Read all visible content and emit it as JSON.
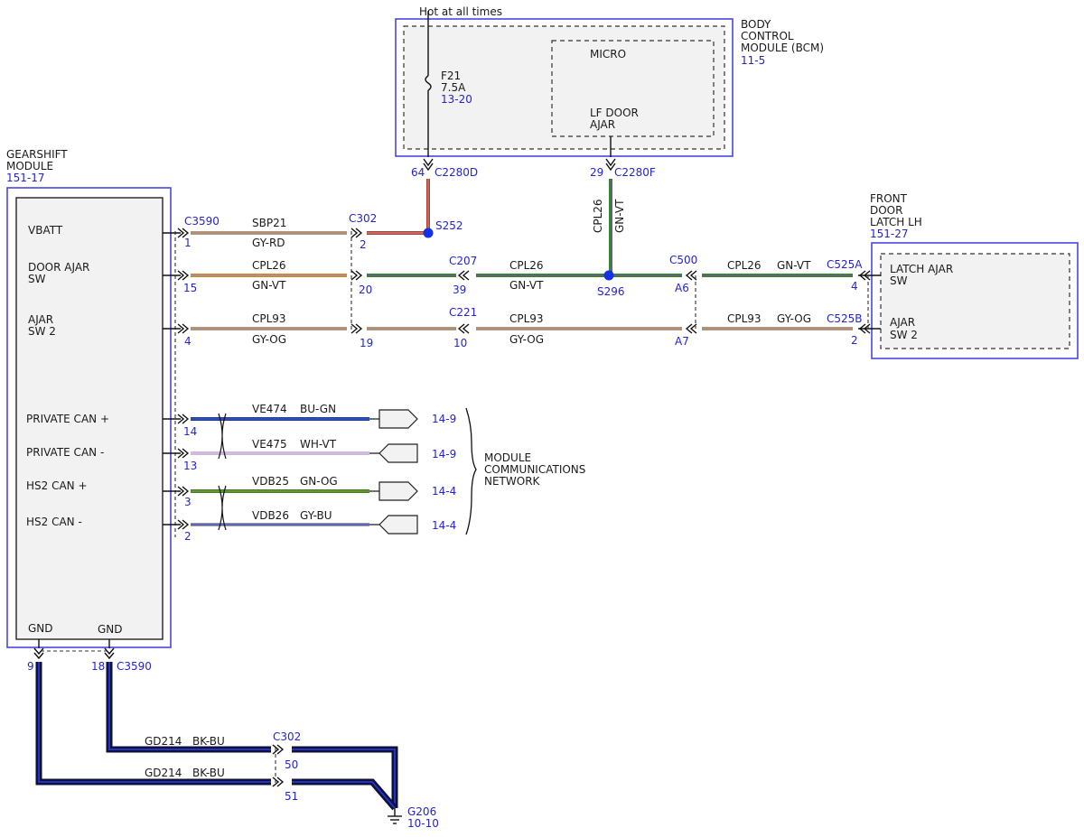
{
  "top_supply": "Hot at all times",
  "bcm": {
    "name_lines": [
      "BODY",
      "CONTROL",
      "MODULE (BCM)"
    ],
    "ref": "11-5",
    "fuse_name": "F21",
    "fuse_rating": "7.5A",
    "fuse_ref": "13-20",
    "micro_label": "MICRO",
    "lf_door_lines": [
      "LF DOOR",
      "AJAR"
    ],
    "pin_fuse": "64",
    "conn_fuse": "C2280D",
    "pin_ajar": "29",
    "conn_ajar": "C2280F"
  },
  "gearshift": {
    "name_lines": [
      "GEARSHIFT",
      "MODULE"
    ],
    "ref": "151-17",
    "vbatt": "VBATT",
    "door_ajar_lines": [
      "DOOR AJAR",
      "SW"
    ],
    "ajar2_lines": [
      "AJAR",
      "SW 2"
    ],
    "can_hi": "PRIVATE CAN +",
    "can_lo": "PRIVATE CAN -",
    "hs2_hi": "HS2 CAN +",
    "hs2_lo": "HS2 CAN -",
    "gnd1": "GND",
    "gnd2": "GND"
  },
  "latch": {
    "name_lines": [
      "FRONT",
      "DOOR",
      "LATCH LH"
    ],
    "ref": "151-27",
    "latch_ajar_lines": [
      "LATCH AJAR",
      "SW"
    ],
    "ajar2_lines": [
      "AJAR",
      "SW 2"
    ]
  },
  "connectors": {
    "c3590": "C3590",
    "c302": "C302",
    "c207": "C207",
    "c221": "C221",
    "c500": "C500",
    "c525a": "C525A",
    "c525b": "C525B",
    "c3590_gnd": "C3590",
    "c302_gnd": "C302"
  },
  "pins": {
    "gs_vbatt": "1",
    "c302_vbatt": "2",
    "gs_door": "15",
    "c302_door": "20",
    "c207": "39",
    "c500": "A6",
    "c525a": "4",
    "gs_ajar2": "4",
    "c302_ajar2": "19",
    "c221": "10",
    "c500_ajar2": "A7",
    "c525b": "2",
    "can_hi": "14",
    "can_lo": "13",
    "hs2_hi": "3",
    "hs2_lo": "2",
    "gnd_left": "9",
    "gnd_right": "18",
    "c302_gnd_top": "50",
    "c302_gnd_bottom": "51"
  },
  "splices": {
    "s252": "S252",
    "s296": "S296"
  },
  "wires": {
    "vbatt": {
      "circuit": "SBP21",
      "color": "GY-RD"
    },
    "bcm_fuse_color": "GY-RD",
    "bcm_ajar": {
      "circuit": "CPL26",
      "color": "GN-VT"
    },
    "door_gs": {
      "circuit": "CPL26",
      "color": "GN-VT"
    },
    "door_mid": {
      "circuit": "CPL26",
      "color": "GN-VT"
    },
    "door_latch": {
      "circuit": "CPL26",
      "color": "GN-VT"
    },
    "ajar2_gs": {
      "circuit": "CPL93",
      "color": "GY-OG"
    },
    "ajar2_mid": {
      "circuit": "CPL93",
      "color": "GY-OG"
    },
    "ajar2_latch": {
      "circuit": "CPL93",
      "color": "GY-OG"
    },
    "can_hi": {
      "circuit": "VE474",
      "color": "BU-GN"
    },
    "can_lo": {
      "circuit": "VE475",
      "color": "WH-VT"
    },
    "hs2_hi": {
      "circuit": "VDB25",
      "color": "GN-OG"
    },
    "hs2_lo": {
      "circuit": "VDB26",
      "color": "GY-BU"
    },
    "gnd_top": {
      "circuit": "GD214",
      "color": "BK-BU"
    },
    "gnd_bottom": {
      "circuit": "GD214",
      "color": "BK-BU"
    }
  },
  "network": {
    "ref_can_hi": "14-9",
    "ref_can_lo": "14-9",
    "ref_hs2_hi": "14-4",
    "ref_hs2_lo": "14-4",
    "label_lines": [
      "MODULE",
      "COMMUNICATIONS",
      "NETWORK"
    ]
  },
  "ground": {
    "name": "G206",
    "ref": "10-10"
  },
  "colors": {
    "box_border": "#3b3bdc",
    "reference_text": "#2323d8",
    "splice": "#1531e6",
    "gy": "#9a9aa2",
    "rd": "#c0392b",
    "gn": "#2c8a2c",
    "vt": "#8e44ad",
    "og": "#d9822b",
    "bu": "#2233cc",
    "wh": "#ffffff",
    "bk": "#111111"
  }
}
